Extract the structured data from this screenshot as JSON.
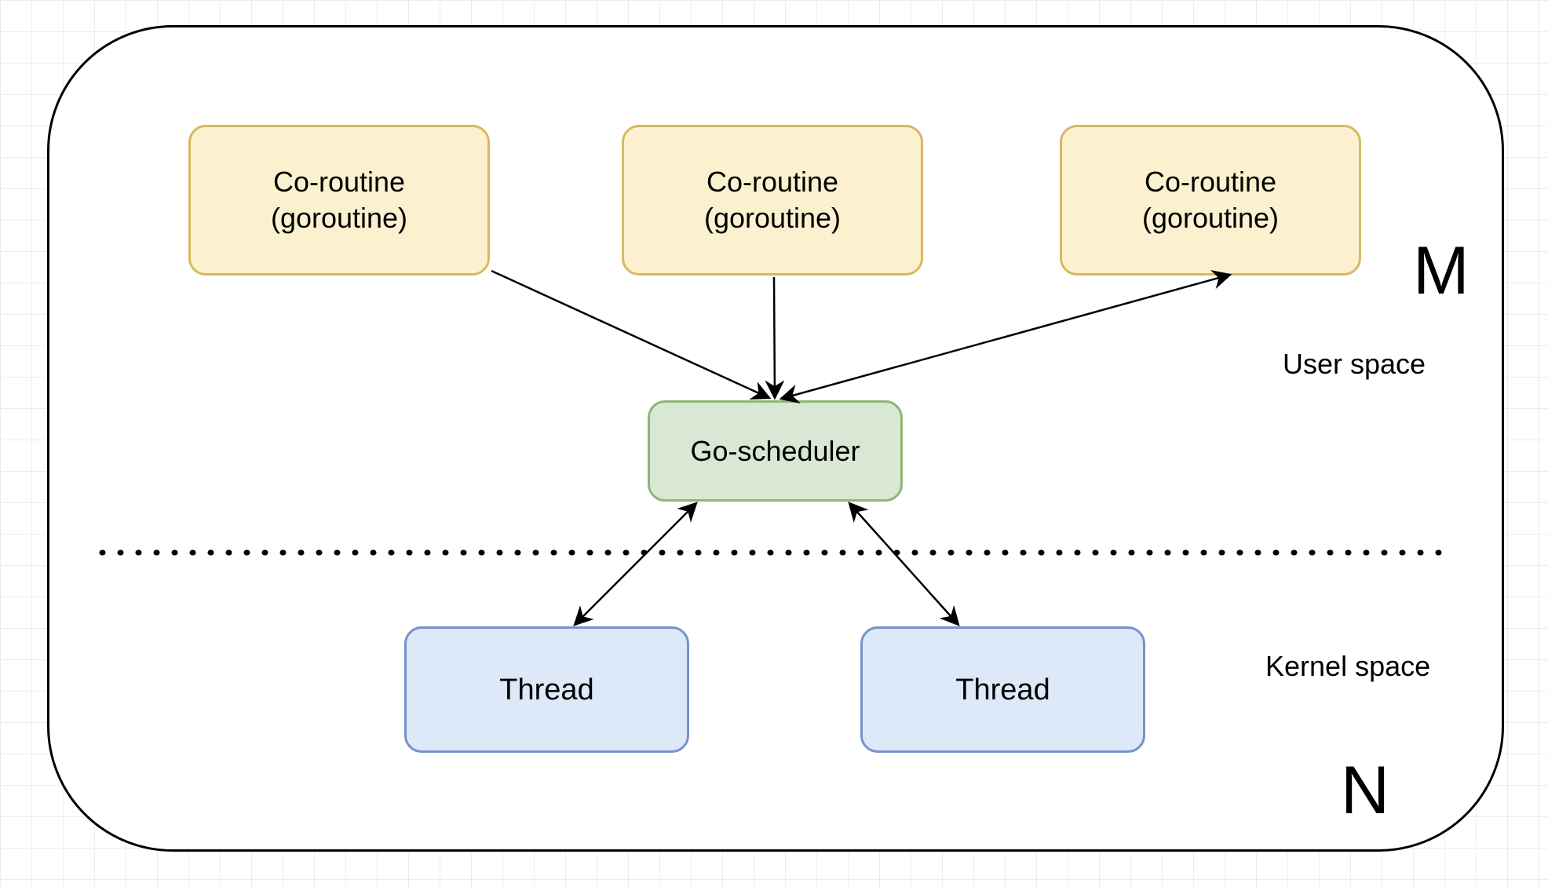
{
  "diagram": {
    "coroutines": [
      {
        "label": "Co-routine\n(goroutine)"
      },
      {
        "label": "Co-routine\n(goroutine)"
      },
      {
        "label": "Co-routine\n(goroutine)"
      }
    ],
    "scheduler": {
      "label": "Go-scheduler"
    },
    "threads": [
      {
        "label": "Thread"
      },
      {
        "label": "Thread"
      }
    ],
    "regions": {
      "user_space": "User space",
      "kernel_space": "Kernel space"
    },
    "markers": {
      "m": "M",
      "n": "N"
    },
    "colors": {
      "coroutine_fill": "#fcf1cf",
      "coroutine_border": "#d7b95e",
      "scheduler_fill": "#d8e8d4",
      "scheduler_border": "#8db674",
      "thread_fill": "#dde8f8",
      "thread_border": "#7693c8"
    }
  }
}
